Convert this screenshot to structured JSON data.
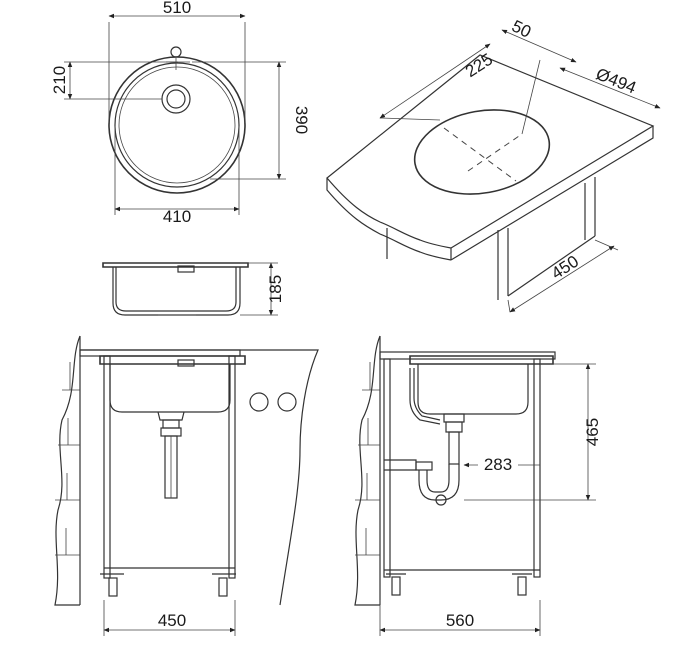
{
  "top_view": {
    "width_label": "510",
    "offset_label": "210",
    "depth_label": "390",
    "bowl_label": "410"
  },
  "side_view": {
    "height_label": "185"
  },
  "countertop_view": {
    "edge_label": "50",
    "center_label": "225",
    "cutout_label": "Ø494",
    "depth_label": "450"
  },
  "front_install": {
    "cabinet_label": "450"
  },
  "side_install": {
    "height_label": "465",
    "drain_label": "283",
    "cabinet_label": "560"
  }
}
